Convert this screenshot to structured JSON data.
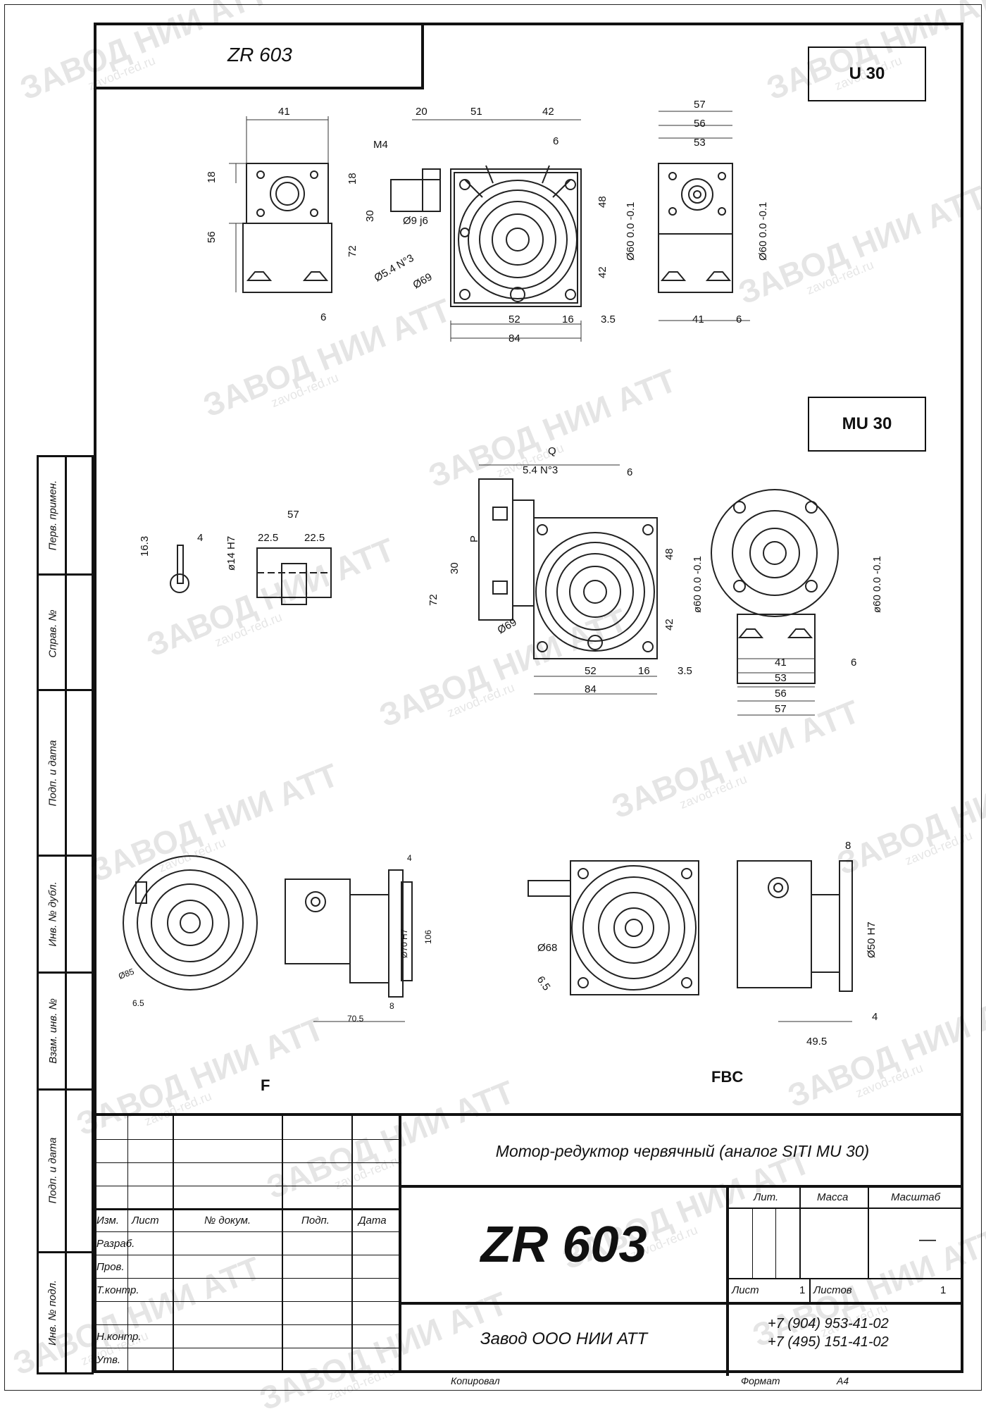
{
  "header": {
    "code": "ZR 603"
  },
  "views": {
    "u30": "U 30",
    "mu30": "MU 30",
    "f": "F",
    "fbc": "FBC"
  },
  "side_labels": [
    "Перв. примен.",
    "Справ. №",
    "Подп. и дата",
    "Инв. № дубл.",
    "Взам. инв. №",
    "Подп. и дата",
    "Инв. № подл."
  ],
  "dimensions": {
    "top_left": [
      "41",
      "18",
      "56",
      "6"
    ],
    "top_center": [
      "20",
      "51",
      "42",
      "M4",
      "18",
      "6",
      "30",
      "72",
      "Ø9 j6",
      "Ø5.4 N°3",
      "Ø69",
      "48",
      "42",
      "52",
      "16",
      "3.5",
      "84"
    ],
    "top_right": [
      "57",
      "56",
      "53",
      "Ø60 0.0 -0.1",
      "Ø60 0.0 -0.1",
      "41",
      "6"
    ],
    "mid_left": [
      "16.3",
      "4",
      "57",
      "22.5",
      "22.5",
      "ø14 H7"
    ],
    "mid_center": [
      "Q",
      "5.4 N°3",
      "6",
      "P",
      "30",
      "72",
      "Ø69",
      "48",
      "42",
      "52",
      "16",
      "3.5",
      "84"
    ],
    "mid_right": [
      "ø60 0.0 -0.1",
      "ø60 0.0 -0.1",
      "41",
      "6",
      "53",
      "56",
      "57"
    ],
    "bottom_f": [
      "4",
      "Ø85",
      "6.5",
      "Ø70 H7",
      "106",
      "70.5",
      "8"
    ],
    "bottom_fbc": [
      "8",
      "Ø68",
      "6.5",
      "Ø50 H7",
      "4",
      "49.5"
    ]
  },
  "title_block": {
    "description": "Мотор-редуктор червячный (аналог SITI MU 30)",
    "designation": "ZR 603",
    "company": "Завод ООО НИИ АТТ",
    "phones": [
      "+7 (904) 953-41-02",
      "+7 (495) 151-41-02"
    ],
    "headers": {
      "izm": "Изм.",
      "list": "Лист",
      "doc": "№ докум.",
      "sign": "Подп.",
      "date": "Дата"
    },
    "roles": [
      "Разраб.",
      "Пров.",
      "Т.контр.",
      "",
      "Н.контр.",
      "Утв."
    ],
    "lit": "Лит.",
    "mass": "Масса",
    "scale": "Масштаб",
    "scale_value": "—",
    "sheet_label": "Лист",
    "sheet_value": "1",
    "sheets_label": "Листов",
    "sheets_value": "1"
  },
  "footer": {
    "copied": "Копировал",
    "format_label": "Формат",
    "format_value": "A4"
  },
  "watermark": {
    "text": "ЗАВОД НИИ АТТ",
    "site": "zavod-red.ru"
  }
}
